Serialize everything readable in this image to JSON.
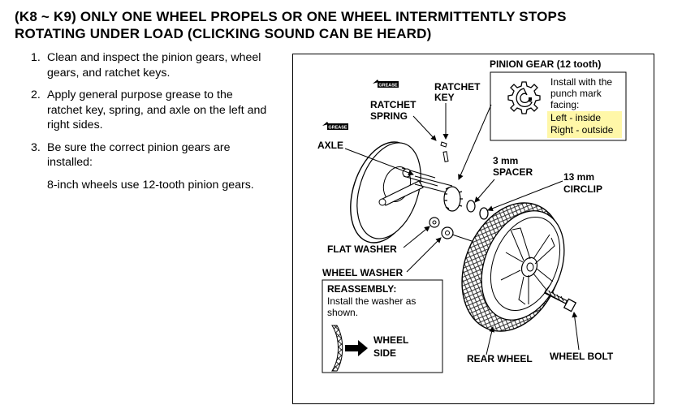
{
  "title_line1": "(K8 ~ K9) ONLY ONE WHEEL PROPELS OR ONE WHEEL INTERMITTENTLY STOPS",
  "title_line2": "ROTATING UNDER LOAD (CLICKING SOUND CAN BE HEARD)",
  "steps": [
    {
      "num": "1.",
      "lines": [
        "Clean and inspect the pinion gears, wheel",
        "gears, and ratchet keys."
      ]
    },
    {
      "num": "2.",
      "lines": [
        "Apply general purpose grease to the",
        "ratchet key, spring, and axle on the left and",
        "right sides."
      ]
    },
    {
      "num": "3.",
      "lines": [
        "Be sure the correct pinion gears are",
        "installed:"
      ]
    }
  ],
  "note": "8-inch wheels use 12-tooth pinion gears.",
  "figure": {
    "grease_tag": "GREASE",
    "labels": {
      "ratchet_key": [
        "RATCHET",
        "KEY"
      ],
      "ratchet_spring": [
        "RATCHET",
        "SPRING"
      ],
      "axle": "AXLE",
      "pinion_gear": "PINION GEAR (12 tooth)",
      "spacer": [
        "3 mm",
        "SPACER"
      ],
      "circlip": [
        "13 mm",
        "CIRCLIP"
      ],
      "flat_washer": "FLAT WASHER",
      "wheel_washer": "WHEEL WASHER",
      "rear_wheel": "REAR WHEEL",
      "wheel_bolt": "WHEEL BOLT"
    },
    "pinion_callout": {
      "lines": [
        "Install with the",
        "punch mark",
        "facing:"
      ],
      "left": "Left - inside",
      "right": "Right - outside"
    },
    "reassembly": {
      "heading": "REASSEMBLY:",
      "lines": [
        "Install the washer as",
        "shown."
      ],
      "wheel_side": [
        "WHEEL",
        "SIDE"
      ]
    },
    "highlight_color": "#fff7a8"
  }
}
